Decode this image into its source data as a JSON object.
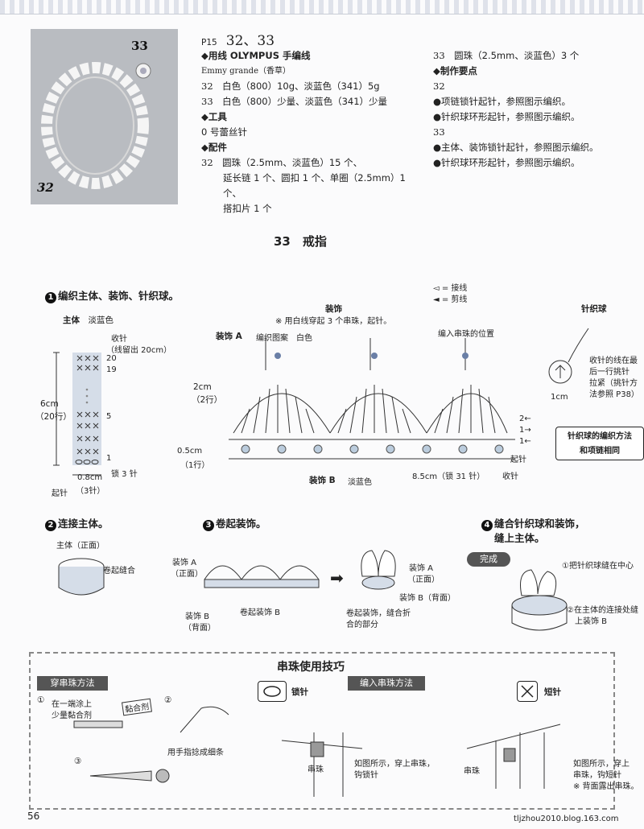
{
  "header": {
    "page_ref": "P15",
    "item_numbers": "32、33"
  },
  "photo": {
    "label_33": "33",
    "label_32": "32"
  },
  "materials": {
    "yarn_heading": "◆用线 OLYMPUS 手编线",
    "yarn_name": "Emmy grande（香草）",
    "n32": "32",
    "yarn_32": "白色（800）10g、淡蓝色（341）5g",
    "n33": "33",
    "yarn_33": "白色（800）少量、淡蓝色（341）少量",
    "tools_heading": "◆工具",
    "tool": "0 号蕾丝针",
    "parts_heading": "◆配件",
    "n32b": "32",
    "parts_32_line1": "圆珠（2.5mm、淡蓝色）15 个、",
    "parts_32_line2": "延长链 1 个、圆扣 1 个、单圈（2.5mm）1 个、",
    "parts_32_line3": "搭扣片 1 个",
    "n33b": "33",
    "parts_33": "圆珠（2.5mm、淡蓝色）3 个",
    "method_heading": "◆制作要点",
    "m32_num": "32",
    "m32_a": "●项链锁针起针，参照图示编织。",
    "m32_b": "●针织球环形起针，参照图示编织。",
    "m33_num": "33",
    "m33_a": "●主体、装饰锁针起针，参照图示编织。",
    "m33_b": "●针织球环形起针，参照图示编织。"
  },
  "section_title": "33　戒指",
  "step1": {
    "num": "1",
    "title": "编织主体、装饰、针织球。",
    "legend_join": "◅ = 接线",
    "legend_cut": "◄ = 剪线",
    "body_title": "主体",
    "body_color": "淡蓝色",
    "shoushen": "收针",
    "thread_left": "（线留出 20cm）",
    "row20": "20",
    "row19": "19",
    "row5": "5",
    "row1": "1",
    "dim_6cm": "6cm",
    "dim_20rows": "（20行）",
    "dim_08cm": "0.8cm",
    "dim_3st": "（3针）",
    "chain3": "锁 3 针",
    "start": "起针",
    "deco_title": "装饰",
    "deco_note": "※ 用白线穿起 3 个串珠，起针。",
    "deco_a": "装饰 A",
    "deco_a_sub": "编织图案　白色",
    "bead_pos": "编入串珠的位置",
    "dim_2cm": "2cm",
    "dim_2rows": "（2行）",
    "dim_05cm": "0.5cm",
    "dim_1row": "（1行）",
    "dim_85": "8.5cm（锁 31 针）",
    "deco_b": "装饰 B",
    "deco_b_color": "淡蓝色",
    "start2": "起针",
    "shoushen2": "收针",
    "r2": "2←",
    "r1a": "1→",
    "r1b": "1←",
    "ball_title": "针织球",
    "ball_note1": "收针的线在最",
    "ball_note2": "后一行挑针",
    "ball_note3": "拉紧（挑针方",
    "ball_note4": "法参照 P38）",
    "ball_dim": "1cm",
    "ball_box1": "针织球的编织方法",
    "ball_box2": "和项链相同"
  },
  "step2": {
    "num": "2",
    "title": "连接主体。",
    "label": "主体（正面）",
    "seam": "卷起缝合"
  },
  "step3": {
    "num": "3",
    "title": "卷起装饰。",
    "a_label": "装饰 A",
    "a_face": "（正面）",
    "b_label": "装饰 B",
    "b_face": "（背面）",
    "wrap_b": "卷起装饰 B",
    "a_label2": "装饰 A",
    "a_face2": "（正面）",
    "b_back2": "装饰 B（背面）",
    "note1": "卷起装饰，缝合折",
    "note2": "合的部分"
  },
  "step4": {
    "num": "4",
    "title1": "缝合针织球和装饰，",
    "title2": "缝上主体。",
    "done": "完成",
    "n1": "①把针织球缝在中心",
    "n2a": "②在主体的连接处缝",
    "n2b": "上装饰 B"
  },
  "tips": {
    "title": "串珠使用技巧",
    "thread_method": "穿串珠方法",
    "s1_num": "①",
    "s1_a": "在一端涂上",
    "s1_b": "少量黏合剂",
    "glue": "黏合剂",
    "s2_num": "②",
    "s2_note": "用手指捻成细条",
    "s3_num": "③",
    "weave_method": "编入串珠方法",
    "chain_label": "锁针",
    "bead1": "串珠",
    "chain_note1": "如图所示，穿上串珠，",
    "chain_note2": "钩锁针",
    "sc_label": "短针",
    "bead2": "串珠",
    "sc_note1": "如图所示，穿上",
    "sc_note2": "串珠，钩短针",
    "sc_note3": "※ 背面露出串珠。"
  },
  "footer": {
    "page_num": "56",
    "site": "tljzhou2010.blog.163.com"
  }
}
